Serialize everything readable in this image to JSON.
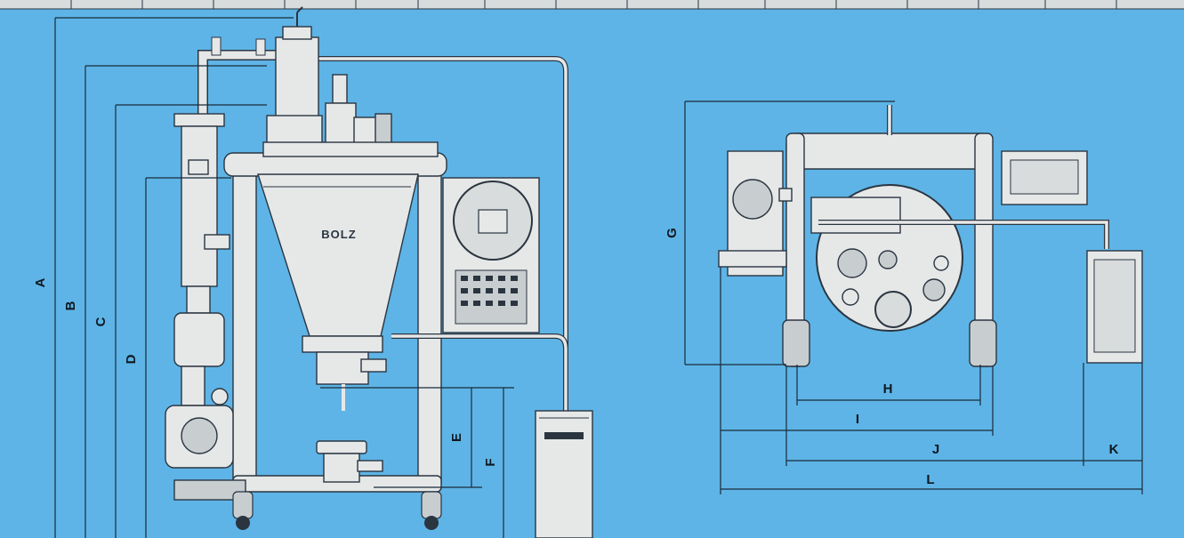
{
  "colors": {
    "background": "#5eb4e6",
    "equipment": "#e6e8e8",
    "shade": "#c8cdd0",
    "dark": "#2a3540",
    "strip": "#d8dcdc"
  },
  "logo": "BOLZ",
  "dimensions": {
    "A": "A",
    "B": "B",
    "C": "C",
    "D": "D",
    "E": "E",
    "F": "F",
    "G": "G",
    "H": "H",
    "I": "I",
    "J": "J",
    "K": "K",
    "L": "L"
  }
}
